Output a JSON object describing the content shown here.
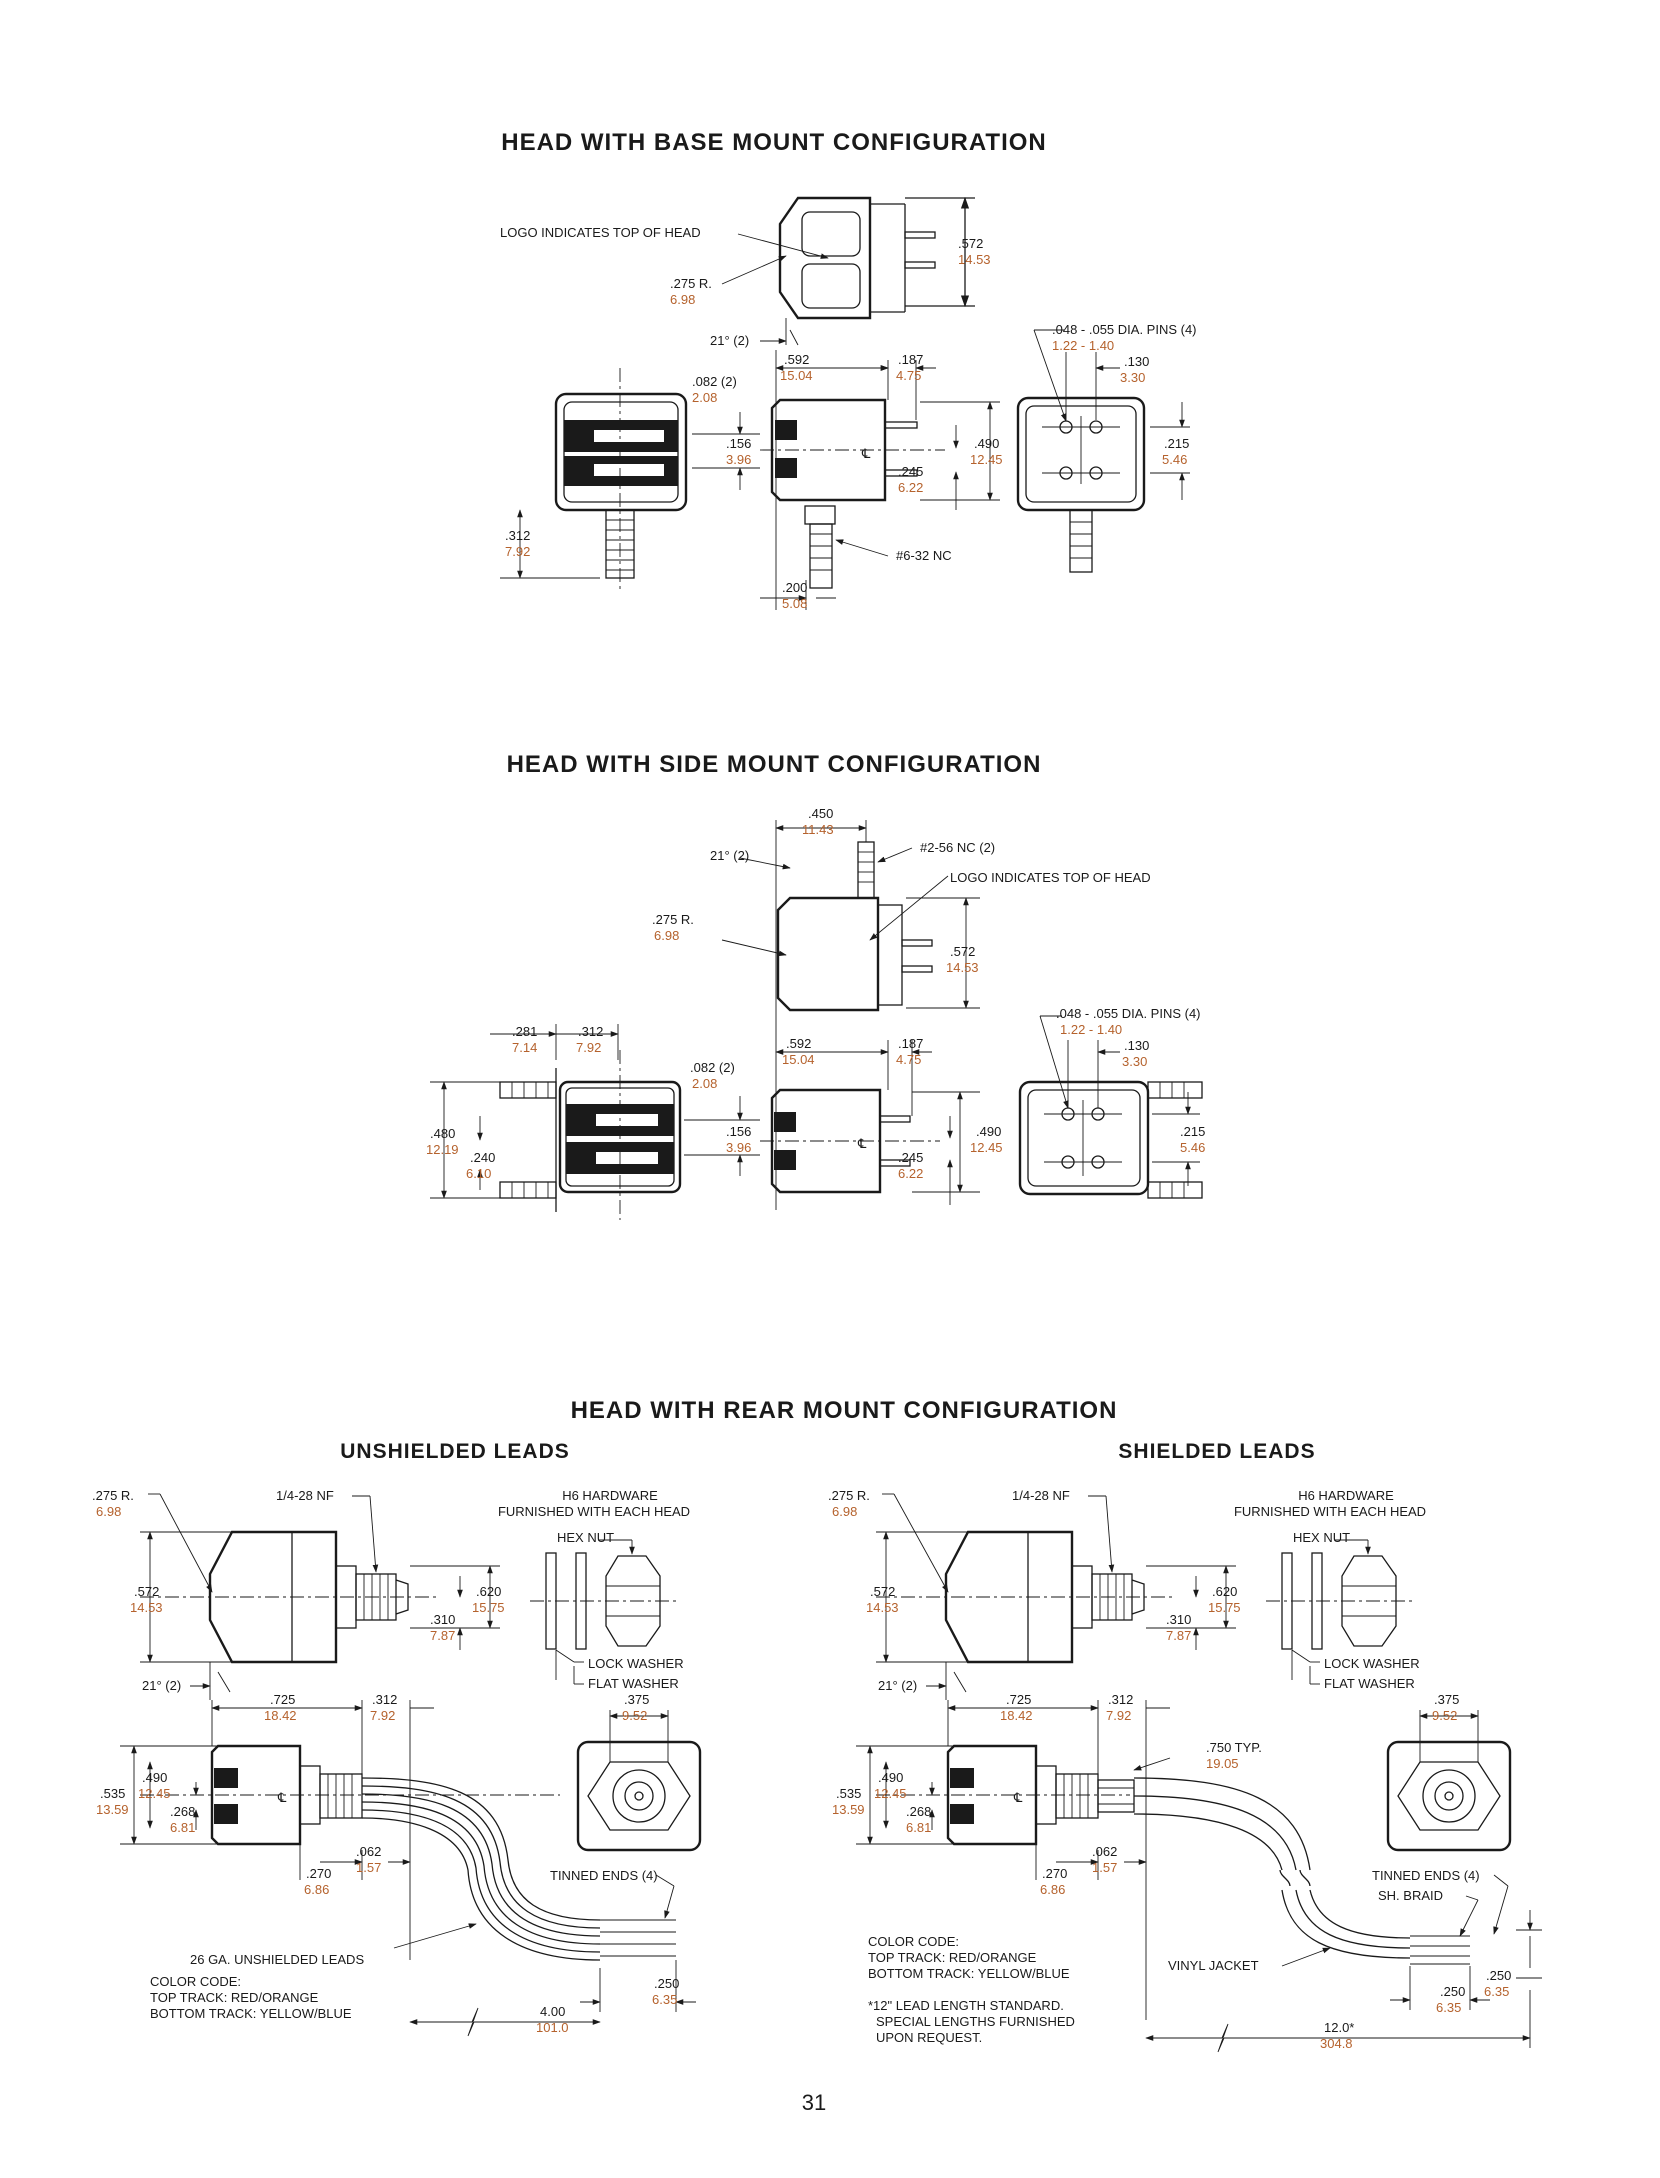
{
  "page_number": "31",
  "titles": {
    "base": "HEAD WITH BASE MOUNT CONFIGURATION",
    "side": "HEAD WITH SIDE MOUNT CONFIGURATION",
    "rear": "HEAD WITH REAR MOUNT CONFIGURATION",
    "unshielded": "UNSHIELDED LEADS",
    "shielded": "SHIELDED LEADS"
  },
  "base": {
    "logo": "LOGO INDICATES TOP OF HEAD",
    "radius": ".275 R.",
    "radius_mm": "6.98",
    "angle": "21° (2)",
    "d572": ".572",
    "d572_mm": "14.53",
    "d592": ".592",
    "d592_mm": "15.04",
    "d187": ".187",
    "d187_mm": "4.75",
    "pins": ".048 - .055 DIA. PINS (4)",
    "pins_mm": "1.22 - 1.40",
    "d130": ".130",
    "d130_mm": "3.30",
    "d082": ".082 (2)",
    "d082_mm": "2.08",
    "d156": ".156",
    "d156_mm": "3.96",
    "d490": ".490",
    "d490_mm": "12.45",
    "d245": ".245",
    "d245_mm": "6.22",
    "d215": ".215",
    "d215_mm": "5.46",
    "d312": ".312",
    "d312_mm": "7.92",
    "thread": "#6-32 NC",
    "d200": ".200",
    "d200_mm": "5.08"
  },
  "side": {
    "d450": ".450",
    "d450_mm": "11.43",
    "angle": "21° (2)",
    "thread": "#2-56 NC (2)",
    "logo": "LOGO INDICATES TOP OF HEAD",
    "radius": ".275 R.",
    "radius_mm": "6.98",
    "d572": ".572",
    "d572_mm": "14.53",
    "pins": ".048 - .055 DIA. PINS (4)",
    "pins_mm": "1.22 - 1.40",
    "d281": ".281",
    "d281_mm": "7.14",
    "d312": ".312",
    "d312_mm": "7.92",
    "d592": ".592",
    "d592_mm": "15.04",
    "d187": ".187",
    "d187_mm": "4.75",
    "d130": ".130",
    "d130_mm": "3.30",
    "d082": ".082 (2)",
    "d082_mm": "2.08",
    "d480": ".480",
    "d480_mm": "12.19",
    "d240": ".240",
    "d240_mm": "6.10",
    "d156": ".156",
    "d156_mm": "3.96",
    "d490": ".490",
    "d490_mm": "12.45",
    "d245": ".245",
    "d245_mm": "6.22",
    "d215": ".215",
    "d215_mm": "5.46"
  },
  "rear_left": {
    "radius": ".275 R.",
    "radius_mm": "6.98",
    "thread": "1/4-28 NF",
    "hardware1": "H6 HARDWARE",
    "hardware2": "FURNISHED WITH EACH HEAD",
    "hexnut": "HEX NUT",
    "d572": ".572",
    "d572_mm": "14.53",
    "d620": ".620",
    "d620_mm": "15.75",
    "d310": ".310",
    "d310_mm": "7.87",
    "lockwasher": "LOCK WASHER",
    "flatwasher": "FLAT WASHER",
    "angle": "21° (2)",
    "d725": ".725",
    "d725_mm": "18.42",
    "d312": ".312",
    "d312_mm": "7.92",
    "d375": ".375",
    "d375_mm": "9.52",
    "d535": ".535",
    "d535_mm": "13.59",
    "d490": ".490",
    "d490_mm": "12.45",
    "d268": ".268",
    "d268_mm": "6.81",
    "d062": ".062",
    "d062_mm": "1.57",
    "d270": ".270",
    "d270_mm": "6.86",
    "tinned": "TINNED ENDS (4)",
    "gauge": "26 GA. UNSHIELDED LEADS",
    "color_code": "COLOR CODE:",
    "top_track": "TOP TRACK: RED/ORANGE",
    "bottom_track": "BOTTOM TRACK: YELLOW/BLUE",
    "d250": ".250",
    "d250_mm": "6.35",
    "d400": "4.00",
    "d400_mm": "101.0"
  },
  "rear_right": {
    "radius": ".275 R.",
    "radius_mm": "6.98",
    "thread": "1/4-28 NF",
    "hardware1": "H6 HARDWARE",
    "hardware2": "FURNISHED WITH EACH HEAD",
    "hexnut": "HEX NUT",
    "d572": ".572",
    "d572_mm": "14.53",
    "d620": ".620",
    "d620_mm": "15.75",
    "d310": ".310",
    "d310_mm": "7.87",
    "lockwasher": "LOCK WASHER",
    "flatwasher": "FLAT WASHER",
    "angle": "21° (2)",
    "d725": ".725",
    "d725_mm": "18.42",
    "d312": ".312",
    "d312_mm": "7.92",
    "d750": ".750  TYP.",
    "d750_mm": "19.05",
    "d375": ".375",
    "d375_mm": "9.52",
    "d535": ".535",
    "d535_mm": "13.59",
    "d490": ".490",
    "d490_mm": "12.45",
    "d268": ".268",
    "d268_mm": "6.81",
    "d062": ".062",
    "d062_mm": "1.57",
    "d270": ".270",
    "d270_mm": "6.86",
    "tinned": "TINNED ENDS (4)",
    "braid": "SH. BRAID",
    "color_code": "COLOR CODE:",
    "top_track": "TOP TRACK: RED/ORANGE",
    "bottom_track": "BOTTOM TRACK: YELLOW/BLUE",
    "vinyl": "VINYL JACKET",
    "d250a": ".250",
    "d250a_mm": "6.35",
    "d250b": ".250",
    "d250b_mm": "6.35",
    "note1": "*12\" LEAD LENGTH STANDARD.",
    "note2": "SPECIAL LENGTHS FURNISHED",
    "note3": "UPON REQUEST.",
    "d120": "12.0*",
    "d120_mm": "304.8"
  }
}
